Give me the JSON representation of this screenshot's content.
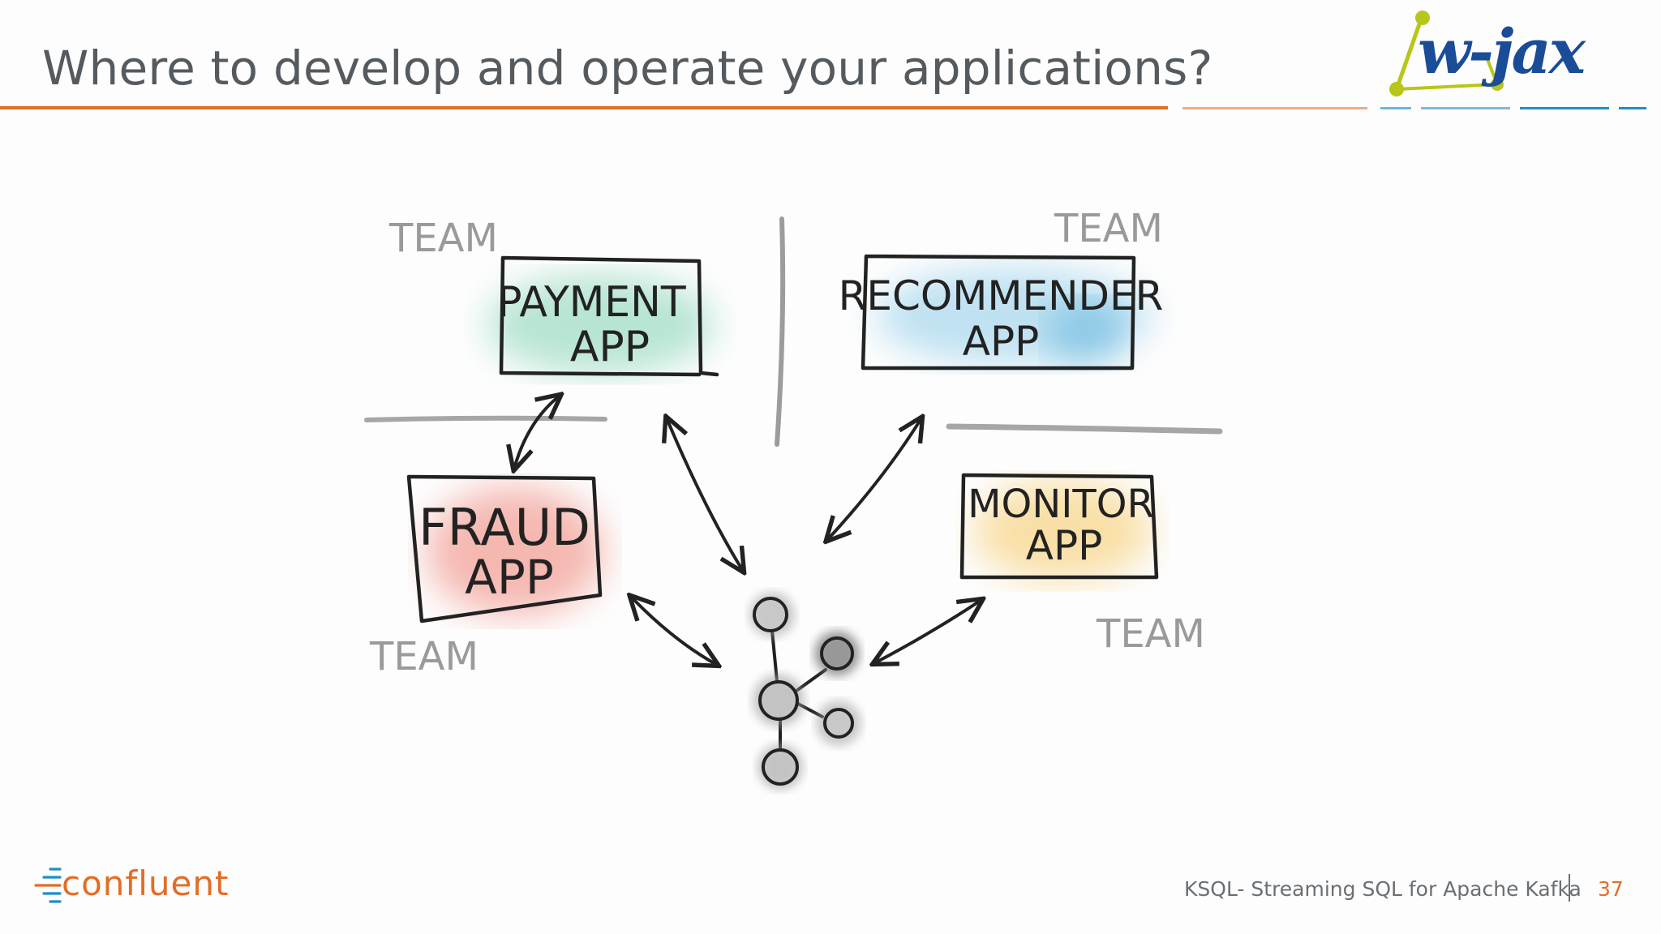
{
  "slide": {
    "title": "Where to develop and operate your applications?",
    "brand_logo_text": "w-jax"
  },
  "diagram": {
    "apps": [
      {
        "line1": "PAYMENT",
        "line2": "APP",
        "tint": "#7fd1b1"
      },
      {
        "line1": "RECOMMENDER",
        "line2": "APP",
        "tint": "#8ccbe8"
      },
      {
        "line1": "FRAUD",
        "line2": "APP",
        "tint": "#f08b80"
      },
      {
        "line1": "MONITOR",
        "line2": "APP",
        "tint": "#f6cc6e"
      }
    ],
    "team_labels": [
      "TEAM",
      "TEAM",
      "TEAM",
      "TEAM"
    ]
  },
  "footer": {
    "company_logo_text": "confluent",
    "talk_title": "KSQL- Streaming SQL for Apache Kafka",
    "page_number": "37"
  },
  "colors": {
    "accent_orange": "#e36d25",
    "accent_blue": "#1e8fc6",
    "wjax_navy": "#1a4c97",
    "wjax_green": "#b7c61a",
    "sketch_ink": "#222222",
    "team_gray": "#9a9a9a"
  }
}
